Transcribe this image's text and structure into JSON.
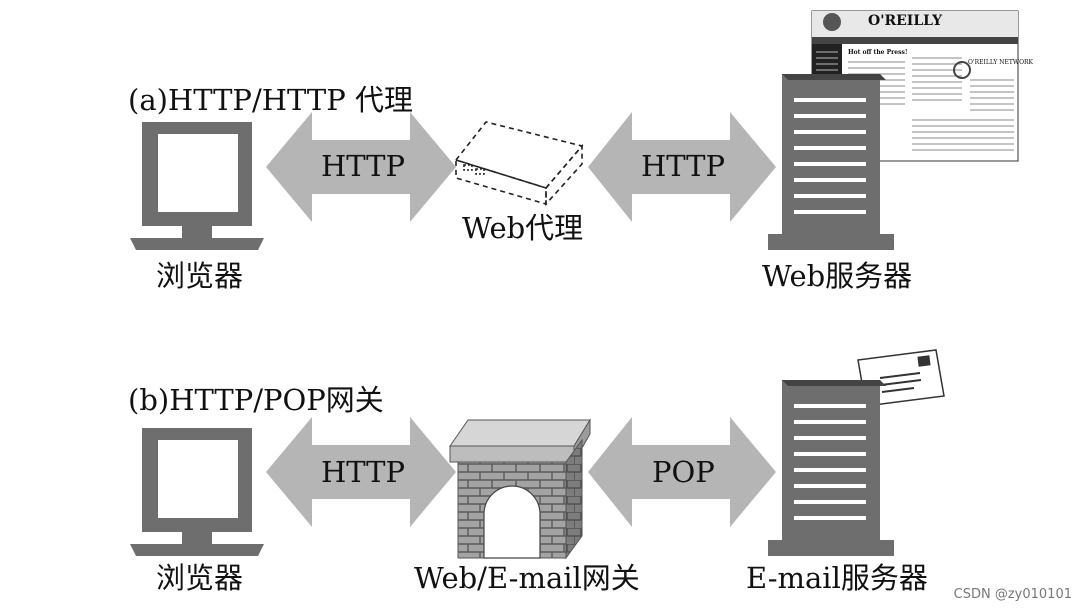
{
  "diagram": {
    "row_a": {
      "title": "(a)HTTP/HTTP 代理",
      "client_label": "浏览器",
      "left_arrow_label": "HTTP",
      "middle_label": "Web代理",
      "right_arrow_label": "HTTP",
      "server_label": "Web服务器"
    },
    "row_b": {
      "title": "(b)HTTP/POP网关",
      "client_label": "浏览器",
      "left_arrow_label": "HTTP",
      "middle_label": "Web/E-mail网关",
      "right_arrow_label": "POP",
      "server_label": "E-mail服务器"
    },
    "webpage": {
      "brand": "O'REILLY",
      "network": "O'REILLY NETWORK",
      "headline": "Hot off the Press!"
    }
  },
  "watermark": "CSDN @zy010101",
  "colors": {
    "device": "#6e6e6e",
    "arrow": "#b5b5b5",
    "brick": "#9a9a9a",
    "roof": "#cfcfcf"
  }
}
